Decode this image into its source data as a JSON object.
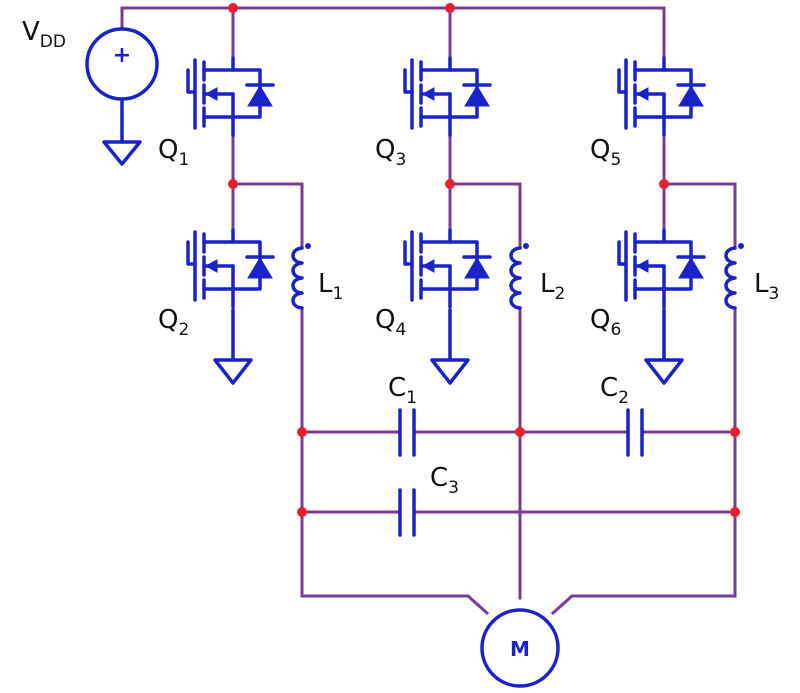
{
  "supply": {
    "main": "V",
    "sub": "DD",
    "polarity": "+"
  },
  "transistors": [
    {
      "main": "Q",
      "sub": "1"
    },
    {
      "main": "Q",
      "sub": "2"
    },
    {
      "main": "Q",
      "sub": "3"
    },
    {
      "main": "Q",
      "sub": "4"
    },
    {
      "main": "Q",
      "sub": "5"
    },
    {
      "main": "Q",
      "sub": "6"
    }
  ],
  "inductors": [
    {
      "main": "L",
      "sub": "1"
    },
    {
      "main": "L",
      "sub": "2"
    },
    {
      "main": "L",
      "sub": "3"
    }
  ],
  "capacitors": [
    {
      "main": "C",
      "sub": "1"
    },
    {
      "main": "C",
      "sub": "2"
    },
    {
      "main": "C",
      "sub": "3"
    }
  ],
  "motor": {
    "label": "M"
  },
  "colors": {
    "wire": "#7a3c96",
    "component": "#1a23c8",
    "junction": "#e8202a"
  }
}
